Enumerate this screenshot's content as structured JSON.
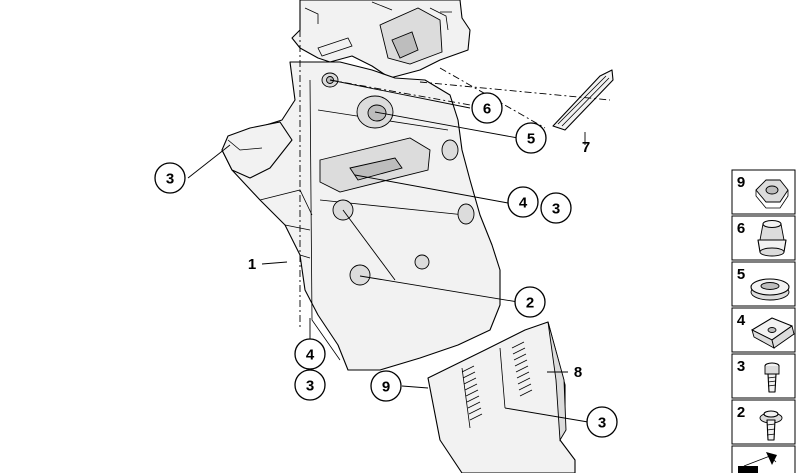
{
  "diagram": {
    "callouts": [
      {
        "id": "c6",
        "label": "6"
      },
      {
        "id": "c5",
        "label": "5"
      },
      {
        "id": "c3a",
        "label": "3"
      },
      {
        "id": "c4a",
        "label": "4"
      },
      {
        "id": "c3b",
        "label": "3"
      },
      {
        "id": "c2",
        "label": "2"
      },
      {
        "id": "c4b",
        "label": "4"
      },
      {
        "id": "c3c",
        "label": "3"
      },
      {
        "id": "c9",
        "label": "9"
      },
      {
        "id": "c3d",
        "label": "3"
      }
    ],
    "plain_labels": {
      "part1": "1",
      "part7": "7",
      "part8": "8"
    },
    "legend": [
      {
        "number": "9",
        "icon": "hex-nut-icon"
      },
      {
        "number": "6",
        "icon": "expanding-nut-icon"
      },
      {
        "number": "5",
        "icon": "grommet-icon"
      },
      {
        "number": "4",
        "icon": "clip-nut-icon"
      },
      {
        "number": "3",
        "icon": "screw-icon"
      },
      {
        "number": "2",
        "icon": "collar-screw-icon"
      }
    ]
  }
}
